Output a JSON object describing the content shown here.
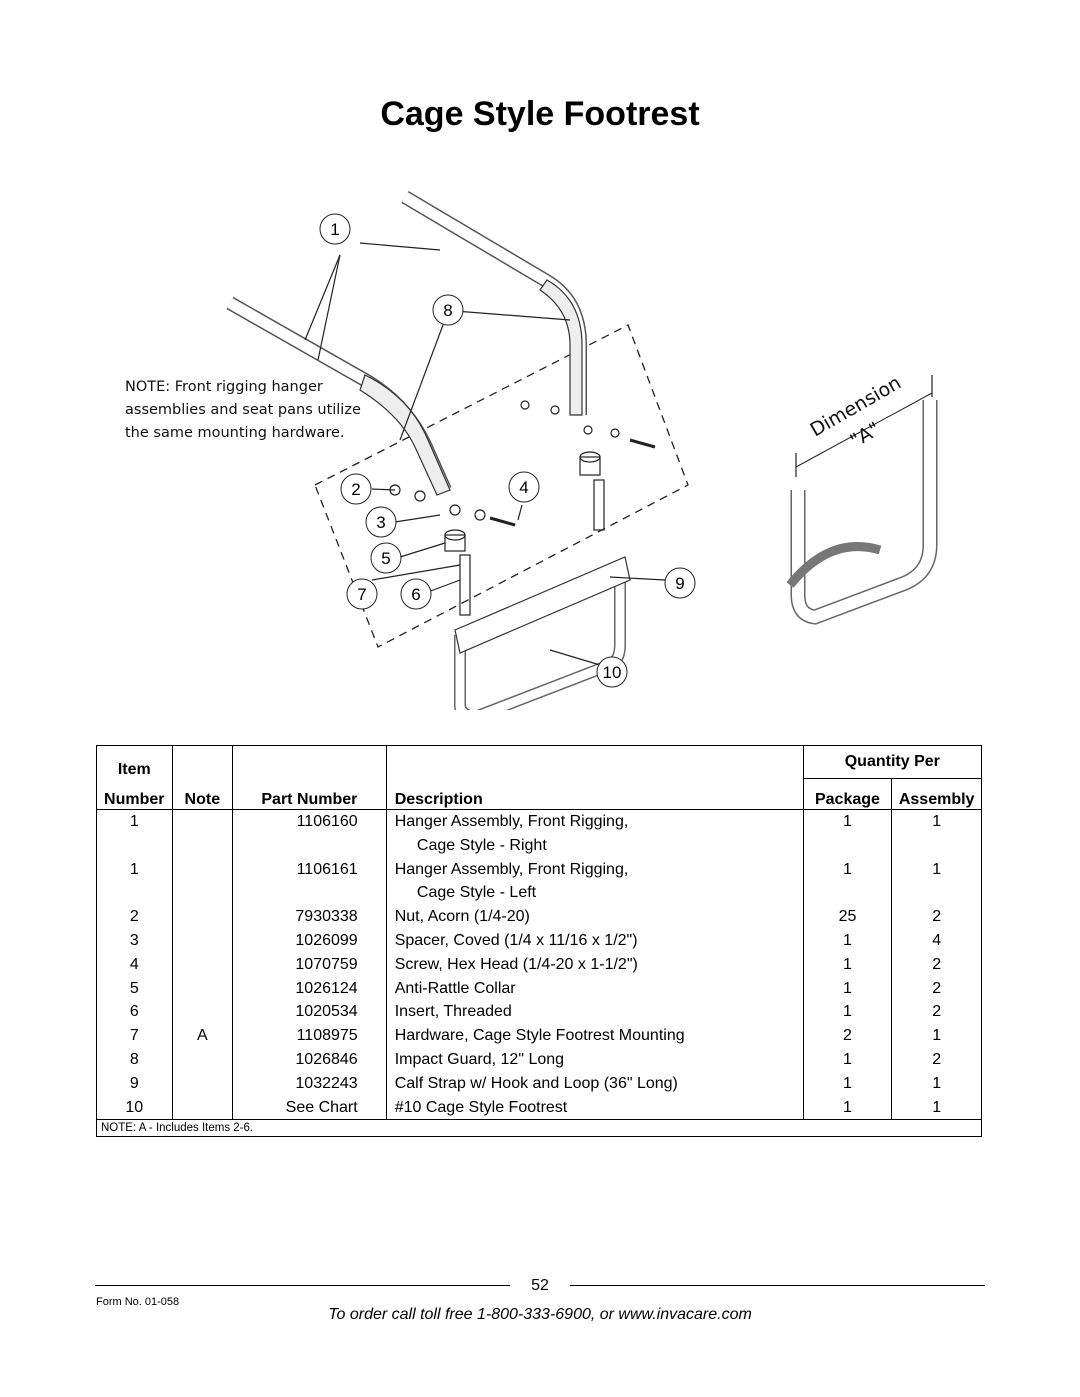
{
  "page": {
    "title": "Cage Style Footrest",
    "figure_note_lines": [
      "NOTE: Front rigging hanger",
      "assemblies and seat pans utilize",
      "the same mounting hardware."
    ],
    "dimension_label_1": "Dimension",
    "dimension_label_2": "\"A\"",
    "callouts": [
      "1",
      "8",
      "2",
      "4",
      "3",
      "5",
      "7",
      "6",
      "9",
      "10"
    ]
  },
  "table": {
    "headers": {
      "item_line1": "Item",
      "item_line2": "Number",
      "note": "Note",
      "part_number": "Part Number",
      "description": "Description",
      "quantity_per": "Quantity Per",
      "package": "Package",
      "assembly": "Assembly"
    },
    "rows": [
      {
        "item": "1",
        "note": "",
        "part": "1106160",
        "desc": "Hanger Assembly, Front Rigging,",
        "pkg": "1",
        "asm": "1"
      },
      {
        "item": "",
        "note": "",
        "part": "",
        "desc": "     Cage Style - Right",
        "pkg": "",
        "asm": ""
      },
      {
        "item": "1",
        "note": "",
        "part": "1106161",
        "desc": "Hanger Assembly, Front Rigging,",
        "pkg": "1",
        "asm": "1"
      },
      {
        "item": "",
        "note": "",
        "part": "",
        "desc": "     Cage Style - Left",
        "pkg": "",
        "asm": ""
      },
      {
        "item": "2",
        "note": "",
        "part": "7930338",
        "desc": "Nut, Acorn (1/4-20)",
        "pkg": "25",
        "asm": "2"
      },
      {
        "item": "3",
        "note": "",
        "part": "1026099",
        "desc": "Spacer, Coved (1/4 x 11/16 x 1/2\")",
        "pkg": "1",
        "asm": "4"
      },
      {
        "item": "4",
        "note": "",
        "part": "1070759",
        "desc": "Screw, Hex Head (1/4-20 x 1-1/2\")",
        "pkg": "1",
        "asm": "2"
      },
      {
        "item": "5",
        "note": "",
        "part": "1026124",
        "desc": "Anti-Rattle Collar",
        "pkg": "1",
        "asm": "2"
      },
      {
        "item": "6",
        "note": "",
        "part": "1020534",
        "desc": "Insert, Threaded",
        "pkg": "1",
        "asm": "2"
      },
      {
        "item": "7",
        "note": "A",
        "part": "1108975",
        "desc": "Hardware, Cage Style Footrest Mounting",
        "pkg": "2",
        "asm": "1"
      },
      {
        "item": "8",
        "note": "",
        "part": "1026846",
        "desc": "Impact Guard, 12\" Long",
        "pkg": "1",
        "asm": "2"
      },
      {
        "item": "9",
        "note": "",
        "part": "1032243",
        "desc": "Calf Strap w/ Hook and Loop (36\" Long)",
        "pkg": "1",
        "asm": "1"
      },
      {
        "item": "10",
        "note": "",
        "part": "See Chart",
        "desc": "#10 Cage Style Footrest",
        "pkg": "1",
        "asm": "1"
      }
    ],
    "footnote": "NOTE:   A - Includes Items 2-6."
  },
  "footer": {
    "page_number": "52",
    "form_no": "Form No.  01-058",
    "order_text": "To order call toll free 1-800-333-6900, or www.invacare.com"
  }
}
